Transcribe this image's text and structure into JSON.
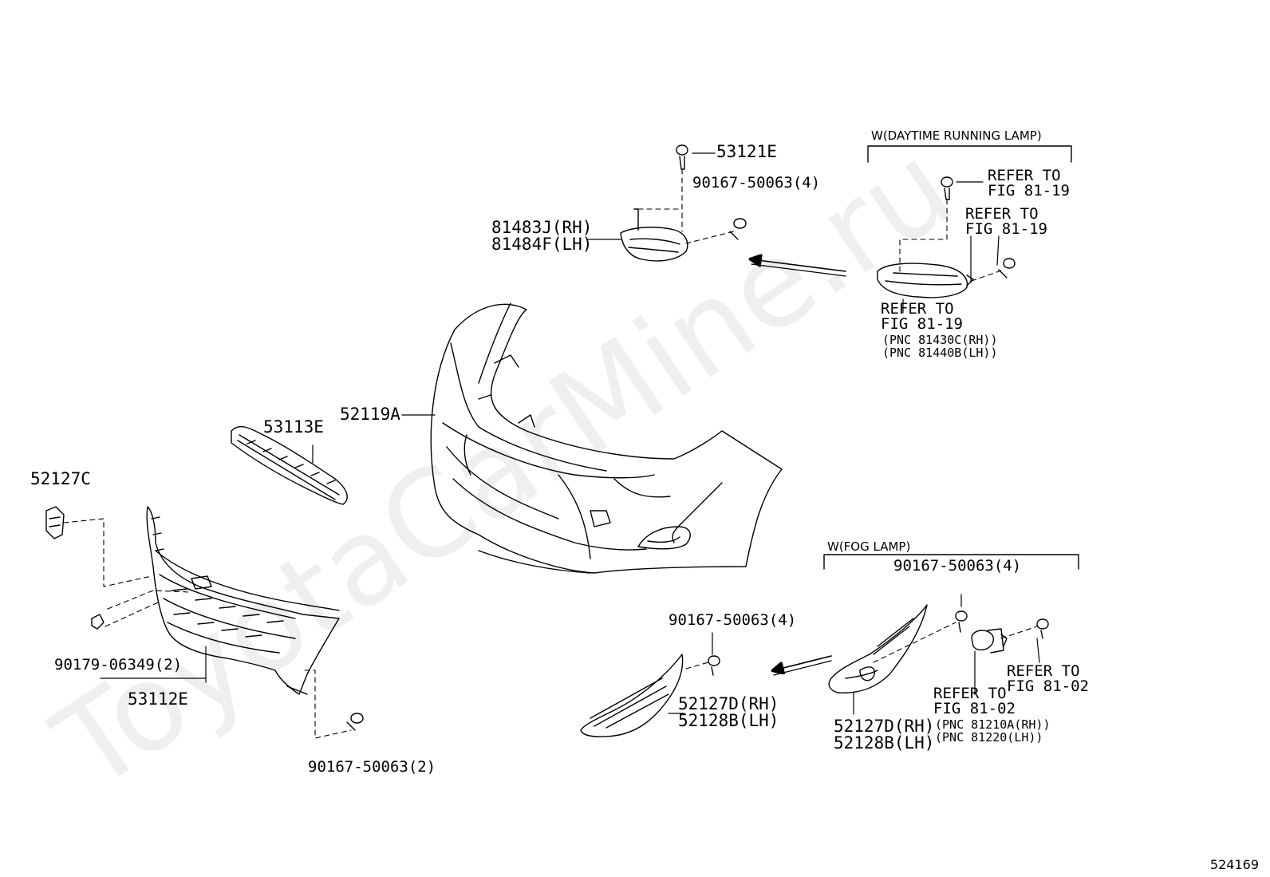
{
  "watermark": "ToyotaCarMine.ru",
  "doc_number": "524169",
  "groups": {
    "drl_header": "W(DAYTIME RUNNING LAMP)",
    "fog_header": "W(FOG LAMP)"
  },
  "labels": {
    "p53121E": "53121E",
    "p90167_top": "90167-50063(4)",
    "p81483J": "81483J(RH)",
    "p81484F": "81484F(LH)",
    "drl_ref1_a": "REFER TO",
    "drl_ref1_b": "FIG 81-19",
    "drl_ref2_a": "REFER TO",
    "drl_ref2_b": "FIG 81-19",
    "drl_ref3_a": "REFER TO",
    "drl_ref3_b": "FIG 81-19",
    "drl_pnc_rh": "(PNC 81430C(RH))",
    "drl_pnc_lh": "(PNC 81440B(LH))",
    "p52119A": "52119A",
    "p53113E": "53113E",
    "p52127C": "52127C",
    "p90179": "90179-06349(2)",
    "p53112E": "53112E",
    "p90167_bottom": "90167-50063(2)",
    "p90167_mid": "90167-50063(4)",
    "p52127D_a": "52127D(RH)",
    "p52128B_a": "52128B(LH)",
    "p90167_fog": "90167-50063(4)",
    "fog_ref1_a": "REFER TO",
    "fog_ref1_b": "FIG 81-02",
    "fog_ref2_a": "REFER TO",
    "fog_ref2_b": "FIG 81-02",
    "fog_pnc_rh": "(PNC 81210A(RH))",
    "fog_pnc_lh": "(PNC 81220(LH))",
    "p52127D_b": "52127D(RH)",
    "p52128B_b": "52128B(LH)"
  }
}
